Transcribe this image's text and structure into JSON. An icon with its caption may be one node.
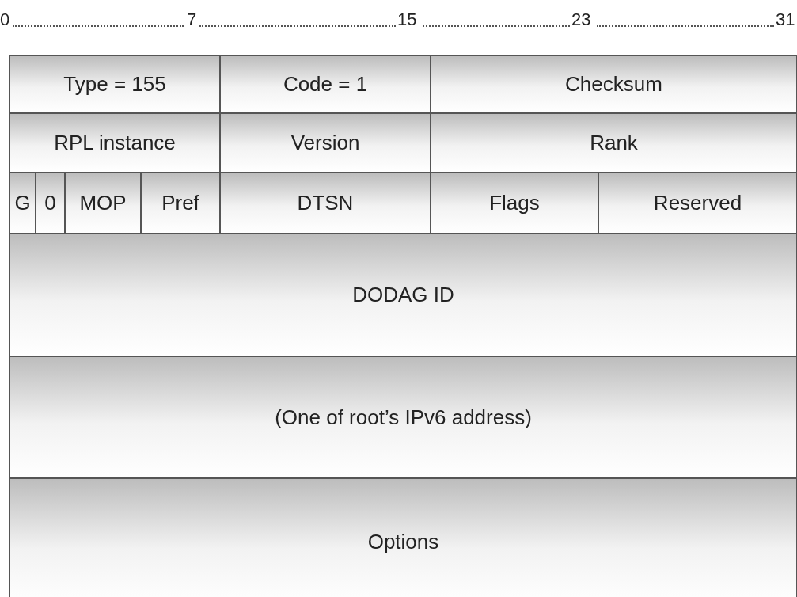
{
  "diagram": {
    "labels": [
      "0",
      "7",
      "15",
      "23",
      "31",
      "Type = 155",
      "Code = 1",
      "Checksum",
      "RPL instance",
      "Version",
      "Rank",
      "G",
      "0",
      "MOP",
      "Pref",
      "DTSN",
      "Flags",
      "Reserved",
      "DODAG ID",
      "(One of root’s IPv6 address)",
      "Options"
    ]
  }
}
